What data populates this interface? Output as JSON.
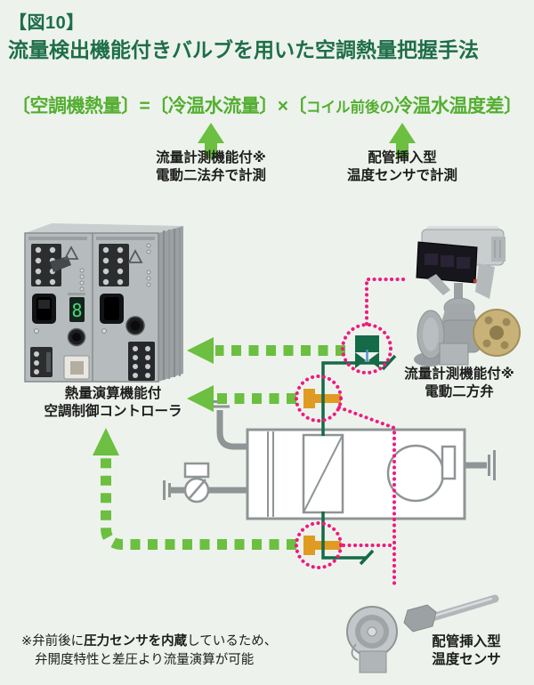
{
  "header": {
    "fig_label": "【図10】",
    "title": "流量検出機能付きバルブを用いた空調熱量把握手法"
  },
  "formula": {
    "lead": "〔空調機熱量〕=〔冷温水流量〕×〔",
    "coil_prefix": "コイル前後の",
    "tail": "冷温水温度差〕"
  },
  "arrow_notes": {
    "flow": {
      "line1": "流量計測機能付※",
      "line2": "電動二法弁で計測"
    },
    "temp": {
      "line1": "配管挿入型",
      "line2": "温度センサで計測"
    }
  },
  "equipment": {
    "controller": {
      "line1": "熱量演算機能付",
      "line2": "空調制御コントローラ"
    },
    "valve": {
      "line1": "流量計測機能付※",
      "line2": "電動二方弁"
    },
    "temp_sensor": {
      "line1": "配管挿入型",
      "line2": "温度センサ"
    }
  },
  "footnote": {
    "line1_pre": "※弁前後に",
    "line1_bold": "圧力センサを内蔵",
    "line1_post": "しているため、",
    "line2": "弁開度特性と差圧より流量演算が可能"
  },
  "icons": {
    "up_arrow": "green-up-arrow",
    "dashed_arrow": "green-dashed-arrow-left",
    "valve_marker": "green-two-way-valve-symbol",
    "sensor_marker": "orange-temperature-sensor-symbol",
    "highlight_circle": "pink-dotted-circle"
  },
  "colors": {
    "background": "#edf3ec",
    "title_green": "#1e6e49",
    "formula_green": "#54ae31",
    "arrow_green": "#6cbf40",
    "pipe_green": "#156a47",
    "magenta": "#f1197f",
    "sensor_orange": "#e09b22",
    "schematic_gray": "#8f9496",
    "text_black": "#1c1c1c"
  }
}
